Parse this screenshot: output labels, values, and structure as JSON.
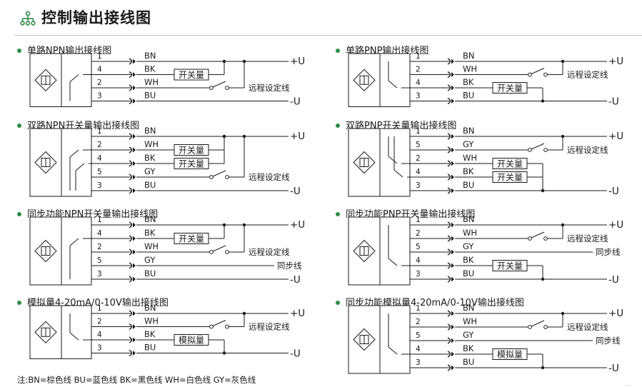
{
  "page": {
    "title": "控制输出接线图",
    "header_icon": "network-tree-icon",
    "accent_color": "#2e8b4a",
    "footnote": "注:BN=棕色线 BU=蓝色线 BK=黑色线 WH=白色线 GY=灰色线",
    "corner_mark": "..."
  },
  "labels": {
    "plus": "+U",
    "minus": "-U",
    "switch_box": "开关量",
    "analog_box": "模拟量",
    "remote": "远程设定线",
    "sync": "同步线"
  },
  "panels": [
    {
      "id": "single-npn",
      "title": "单路NPN输出接线图",
      "wires": [
        {
          "pin": "1",
          "color": "BN"
        },
        {
          "pin": "4",
          "color": "BK"
        },
        {
          "pin": "2",
          "color": "WH"
        },
        {
          "pin": "3",
          "color": "BU"
        }
      ]
    },
    {
      "id": "single-pnp",
      "title": "单路PNP输出接线图",
      "wires": [
        {
          "pin": "1",
          "color": "BN"
        },
        {
          "pin": "2",
          "color": "WH"
        },
        {
          "pin": "4",
          "color": "BK"
        },
        {
          "pin": "3",
          "color": "BU"
        }
      ]
    },
    {
      "id": "dual-npn",
      "title": "双路NPN开关量输出接线图",
      "wires": [
        {
          "pin": "1",
          "color": "BN"
        },
        {
          "pin": "2",
          "color": "WH"
        },
        {
          "pin": "4",
          "color": "BK"
        },
        {
          "pin": "5",
          "color": "GY"
        },
        {
          "pin": "3",
          "color": "BU"
        }
      ]
    },
    {
      "id": "dual-pnp",
      "title": "双路PNP开关量输出接线图",
      "wires": [
        {
          "pin": "1",
          "color": "BN"
        },
        {
          "pin": "5",
          "color": "GY"
        },
        {
          "pin": "2",
          "color": "WH"
        },
        {
          "pin": "4",
          "color": "BK"
        },
        {
          "pin": "3",
          "color": "BU"
        }
      ]
    },
    {
      "id": "sync-npn",
      "title": "同步功能NPN开关量输出接线图",
      "wires": [
        {
          "pin": "1",
          "color": "BN"
        },
        {
          "pin": "4",
          "color": "BK"
        },
        {
          "pin": "2",
          "color": "WH"
        },
        {
          "pin": "5",
          "color": "GY"
        },
        {
          "pin": "3",
          "color": "BU"
        }
      ]
    },
    {
      "id": "sync-pnp",
      "title": "同步功能PNP开关量输出接线图",
      "wires": [
        {
          "pin": "1",
          "color": "BN"
        },
        {
          "pin": "2",
          "color": "WH"
        },
        {
          "pin": "5",
          "color": "GY"
        },
        {
          "pin": "4",
          "color": "BK"
        },
        {
          "pin": "3",
          "color": "BU"
        }
      ]
    },
    {
      "id": "analog",
      "title": "模拟量4-20mA/0-10V输出接线图",
      "wires": [
        {
          "pin": "1",
          "color": "BN"
        },
        {
          "pin": "2",
          "color": "WH"
        },
        {
          "pin": "4",
          "color": "BK"
        },
        {
          "pin": "3",
          "color": "BU"
        }
      ]
    },
    {
      "id": "sync-analog",
      "title": "同步功能模拟量4-20mA/0-10V输出接线图",
      "wires": [
        {
          "pin": "1",
          "color": "BN"
        },
        {
          "pin": "2",
          "color": "WH"
        },
        {
          "pin": "5",
          "color": "GY"
        },
        {
          "pin": "4",
          "color": "BK"
        },
        {
          "pin": "3",
          "color": "BU"
        }
      ]
    }
  ]
}
